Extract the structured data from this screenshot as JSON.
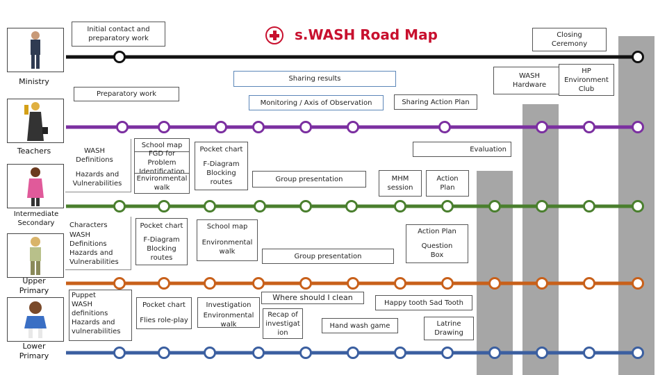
{
  "title": "s.WASH Road Map",
  "colors": {
    "ministry": "#111111",
    "teachers": "#7b2fa0",
    "intermediate": "#4a7f2e",
    "upper": "#c8601a",
    "lower": "#3b5fa0",
    "bars": "#a6a6a6",
    "logo": "#c8102e"
  },
  "rows": {
    "ministry": "Ministry",
    "teachers": "Teachers",
    "intermediate": "Intermediate\nSecondary",
    "upper": "Upper\nPrimary",
    "lower": "Lower\nPrimary"
  },
  "top": {
    "initial": "Initial contact and\npreparatory work",
    "closing": "Closing\nCeremony",
    "sharing_results": "Sharing results",
    "wash_hardware": "WASH\nHardware",
    "hp_club": "HP\nEnvironment\nClub",
    "prep_work": "Preparatory work",
    "monitoring": "Monitoring / Axis of Observation",
    "sharing_plan": "Sharing Action Plan"
  },
  "teachers_seg": {
    "wash_def": "WASH\nDefinitions",
    "hazards": "Hazards and\nVulnerabilities",
    "school_map": "School map",
    "fgd": "FGD for Problem\nIdentification",
    "env_walk": "Environmental\nwalk",
    "pocket_chart": "Pocket chart",
    "fdiagram": "F-Diagram\nBlocking\nroutes",
    "evaluation": "Evaluation",
    "group_pres": "Group presentation",
    "mhm": "MHM\nsession",
    "action_plan": "Action\nPlan"
  },
  "inter_seg": {
    "characters": "Characters",
    "wash_def": "WASH\nDefinitions\nHazards and\nVulnerabilities",
    "pocket_chart": "Pocket chart",
    "fdiagram": "F-Diagram\nBlocking\nroutes",
    "school_map": "School map",
    "env_walk": "Environmental\nwalk",
    "group_pres": "Group presentation",
    "action_plan": "Action Plan",
    "question_box": "Question\nBox"
  },
  "upper_seg": {
    "puppet": "Puppet\nWASH\ndefinitions\nHazards and\nvulnerabilities",
    "pocket_chart": "Pocket chart",
    "flies": "Flies role-play",
    "investigation": "Investigation",
    "env_walk": "Environmental walk",
    "where_clean": "Where should I clean",
    "recap": "Recap of\ninvestigat\nion",
    "happy_tooth": "Happy tooth Sad Tooth",
    "hand_wash": "Hand wash game",
    "latrine": "Latrine\nDrawing"
  }
}
